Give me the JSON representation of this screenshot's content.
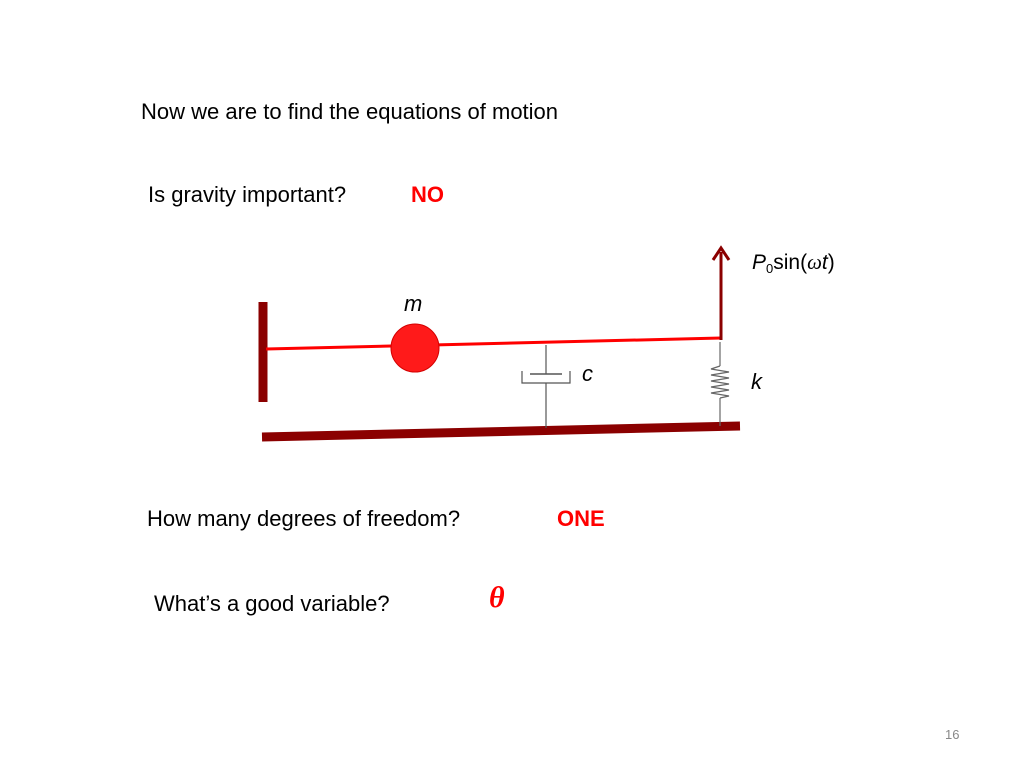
{
  "slide": {
    "heading": "Now we are to find the equations of motion",
    "q1": {
      "question": "Is gravity important?",
      "answer": "NO"
    },
    "q2": {
      "question": "How many degrees of freedom?",
      "answer": "ONE"
    },
    "q3": {
      "question": "What’s a good variable?",
      "answer": "θ"
    },
    "page_number": "16"
  },
  "diagram": {
    "mass_label": "m",
    "damper_label": "c",
    "spring_label": "k",
    "force": {
      "amplitude": "P",
      "subscript": "0",
      "func": "sin(",
      "omega": "ω",
      "var": "t",
      "close": ")"
    },
    "colors": {
      "bar": "#ff0000",
      "ground": "#8b0000",
      "mass": "#ff1a1a",
      "arrow": "#8b0000"
    }
  }
}
